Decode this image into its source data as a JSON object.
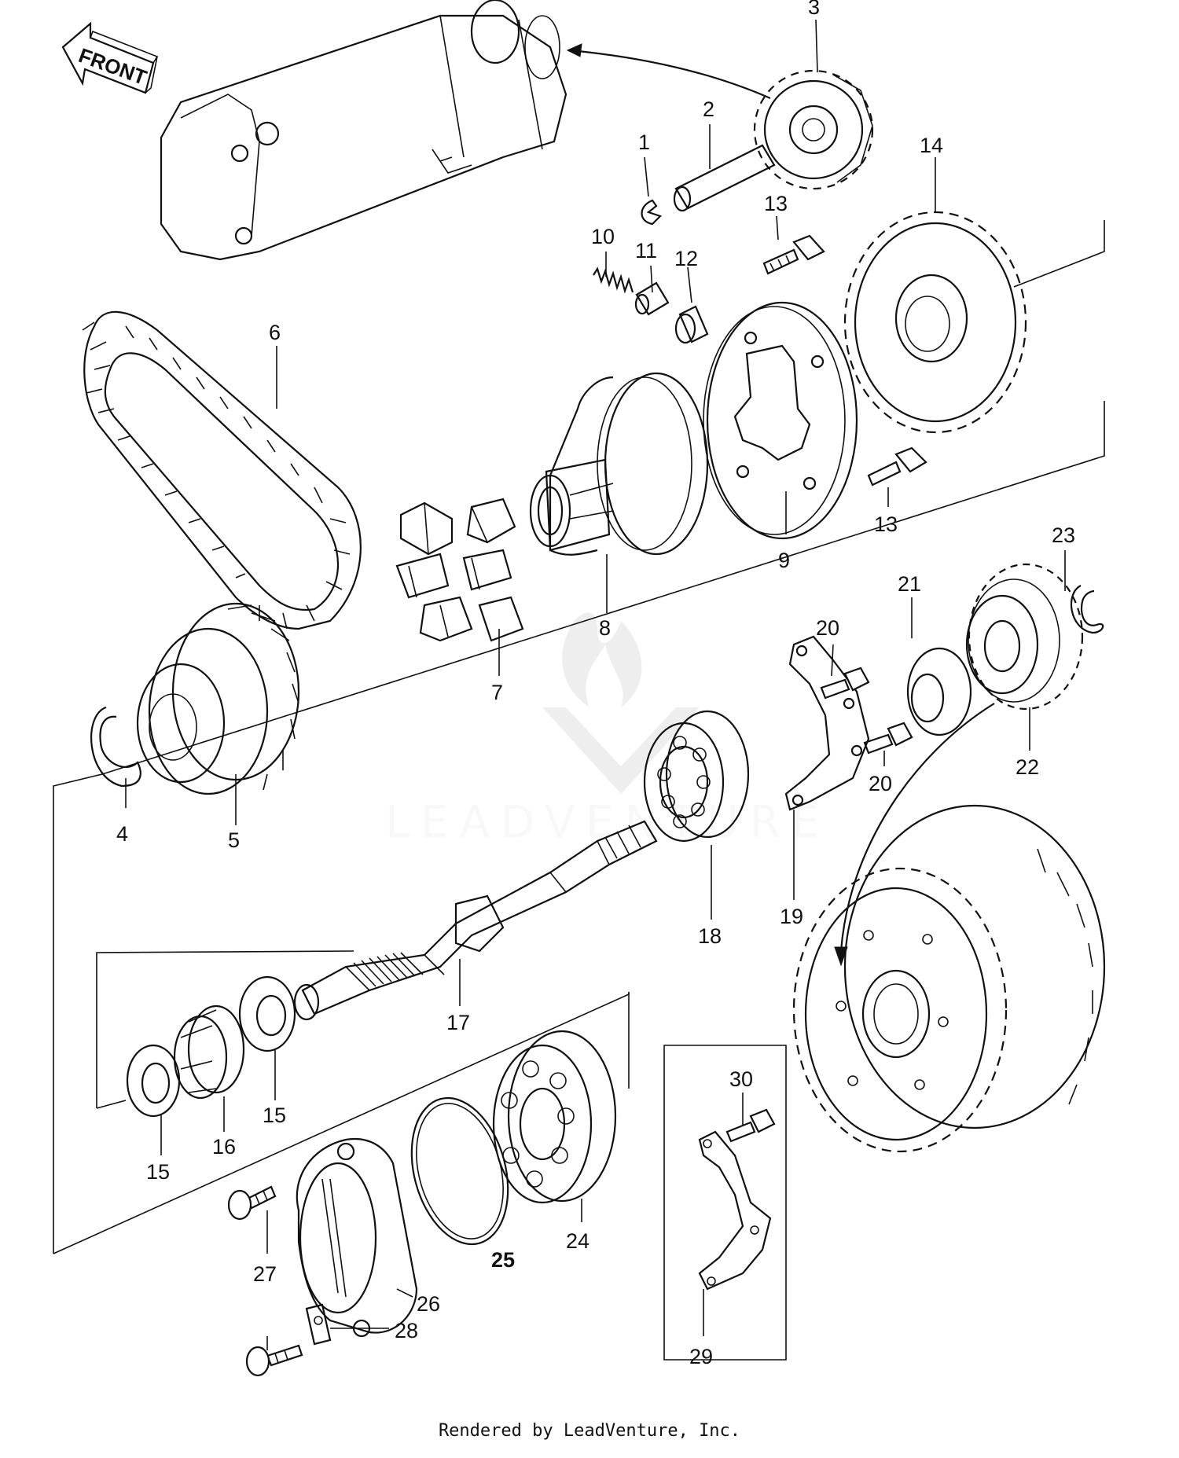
{
  "front_arrow_label": "FRONT",
  "watermark": "LEADVENTURE",
  "footer": "Rendered by LeadVenture, Inc.",
  "callouts": [
    "1",
    "2",
    "3",
    "4",
    "5",
    "6",
    "7",
    "8",
    "9",
    "10",
    "11",
    "12",
    "13",
    "13",
    "14",
    "15",
    "15",
    "16",
    "17",
    "18",
    "19",
    "20",
    "20",
    "21",
    "22",
    "23",
    "24",
    "25",
    "26",
    "27",
    "28",
    "29",
    "30"
  ]
}
